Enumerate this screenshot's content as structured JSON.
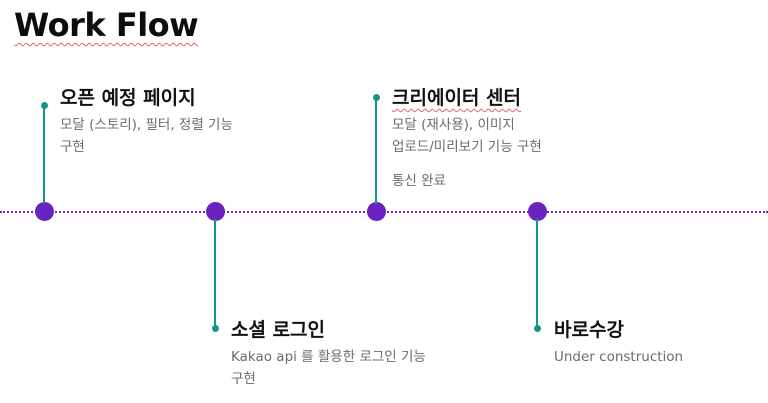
{
  "title": "Work Flow",
  "colors": {
    "node": "#6a22c0",
    "connector": "#12968a",
    "timeline": "#6a2bbf",
    "heading": "#111111",
    "description": "#6b6b6b"
  },
  "steps": [
    {
      "heading": "오픈 예정 페이지",
      "lines": [
        "모달 (스토리), 필터, 정렬 기능",
        "구현"
      ]
    },
    {
      "heading": "소셜 로그인",
      "lines": [
        "Kakao api 를 활용한 로그인 기능",
        "구현"
      ]
    },
    {
      "heading": "크리에이터 센터",
      "lines": [
        "모달 (재사용), 이미지",
        "업로드/미리보기 기능 구현"
      ],
      "extra": "통신 완료"
    },
    {
      "heading": "바로수강",
      "lines": [
        "Under construction"
      ]
    }
  ]
}
